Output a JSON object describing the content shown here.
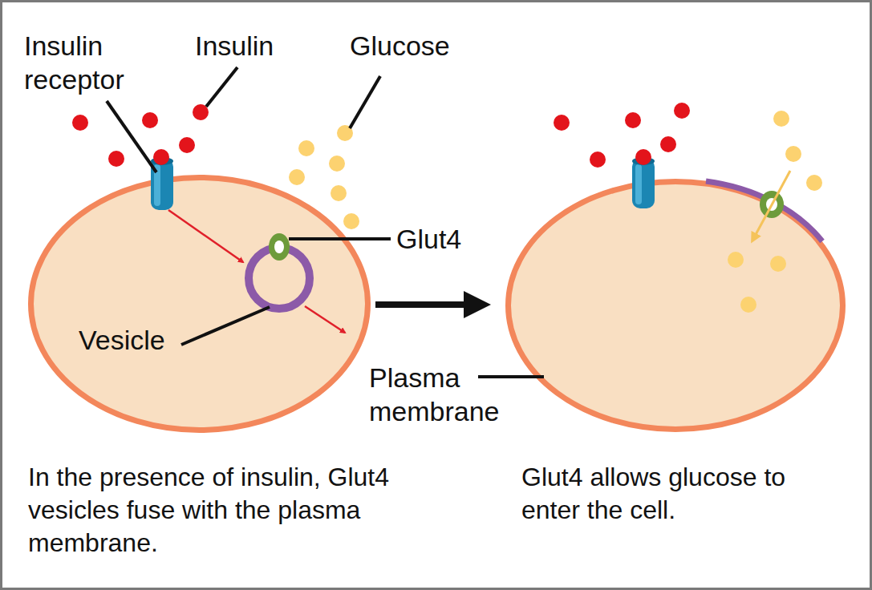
{
  "diagram": {
    "nodes": [
      {
        "text": [
          "In the presence of insulin, Glut4 vesicles fuse with the plasma membrane."
        ]
      },
      {
        "text": [
          "Glut4 allows glucose to enter the cell."
        ]
      }
    ],
    "edges": [
      {
        "from": 0,
        "to": 1,
        "arrow": "to"
      }
    ],
    "labels": [
      "Insulin receptor",
      "Insulin",
      "Glucose",
      "Glut4",
      "Vesicle",
      "Plasma membrane"
    ]
  }
}
